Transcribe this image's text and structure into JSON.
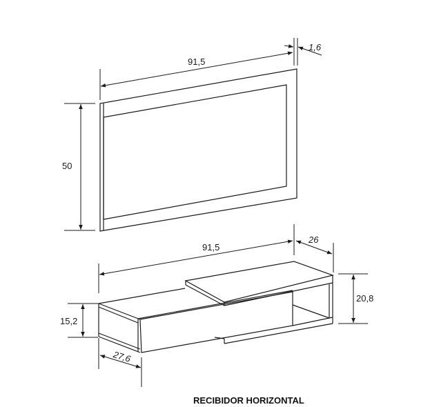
{
  "mirror": {
    "width": "91,5",
    "depth": "1,6",
    "height": "50"
  },
  "console": {
    "width": "91,5",
    "depth_top": "26",
    "height_total": "20,8",
    "height_body": "15,2",
    "depth_body": "27,6"
  },
  "caption": "RECIBIDOR HORIZONTAL",
  "colors": {
    "line": "#1a1a1a",
    "background": "#ffffff"
  }
}
